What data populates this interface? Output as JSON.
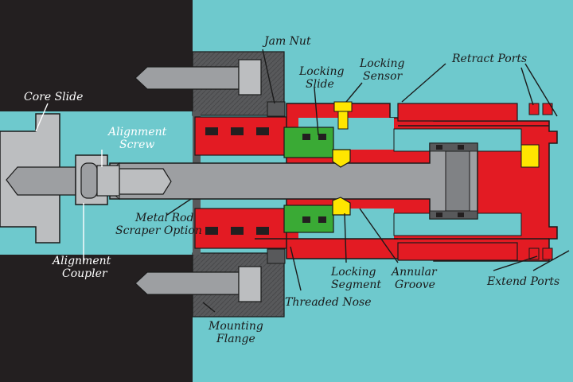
{
  "labels": {
    "core_slide": "Core Slide",
    "alignment_screw_1": "Alignment",
    "alignment_screw_2": "Screw",
    "alignment_coupler_1": "Alignment",
    "alignment_coupler_2": "Coupler",
    "jam_nut": "Jam Nut",
    "locking_slide_1": "Locking",
    "locking_slide_2": "Slide",
    "locking_sensor_1": "Locking",
    "locking_sensor_2": "Sensor",
    "retract_ports": "Retract Ports",
    "metal_rod_1": "Metal Rod",
    "metal_rod_2": "Scraper Option",
    "locking_segment_1": "Locking",
    "locking_segment_2": "Segment",
    "annular_groove_1": "Annular",
    "annular_groove_2": "Groove",
    "threaded_nose": "Threaded Nose",
    "mounting_flange_1": "Mounting",
    "mounting_flange_2": "Flange",
    "extend_ports": "Extend Ports"
  },
  "colors": {
    "background": "#6ec9cd",
    "mold_block": "#231f20",
    "flange": "#58595b",
    "rod": "#9d9fa2",
    "cylinder": "#e31b23",
    "locking_slide": "#3aaa35",
    "sensor": "#ffe600",
    "core_slide": "#bcbec0"
  }
}
